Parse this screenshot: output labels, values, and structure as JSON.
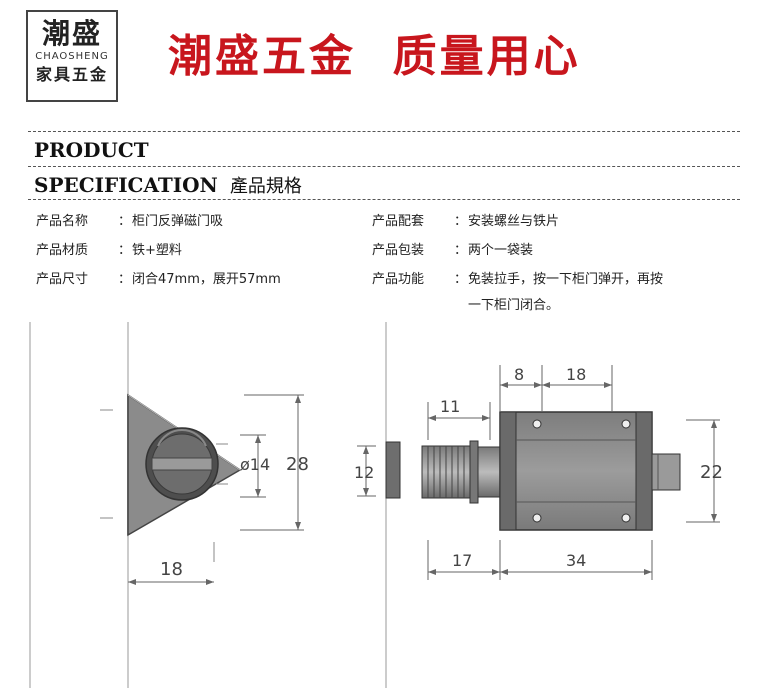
{
  "logo": {
    "cn": "潮盛",
    "en": "CHAOSHENG",
    "sub": "家具五金"
  },
  "slogan": "潮盛五金  质量用心",
  "section": {
    "line1": "PRODUCT",
    "line2": "SPECIFICATION",
    "cn": "產品規格"
  },
  "specs_left": [
    {
      "label": "产品名称",
      "value": "柜门反弹磁门吸"
    },
    {
      "label": "产品材质",
      "value": "铁+塑料"
    },
    {
      "label": "产品尺寸",
      "value": "闭合47mm，展开57mm"
    }
  ],
  "specs_right": [
    {
      "label": "产品配套",
      "value": "安装螺丝与铁片"
    },
    {
      "label": "产品包装",
      "value": "两个一袋装"
    },
    {
      "label": "产品功能",
      "value": "免装拉手，按一下柜门弹开，再按",
      "value2": "一下柜门闭合。"
    }
  ],
  "colon": "：",
  "drawing": {
    "left": {
      "dia": "ø14",
      "height": "28",
      "width": "18"
    },
    "right": {
      "d8": "8",
      "d18": "18",
      "d11": "11",
      "d12": "12",
      "d22": "22",
      "d17": "17",
      "d34": "34"
    }
  },
  "colors": {
    "brand_red": "#c8161d",
    "part_gray": "#8a8a8a",
    "part_dark": "#5e5e5e"
  }
}
